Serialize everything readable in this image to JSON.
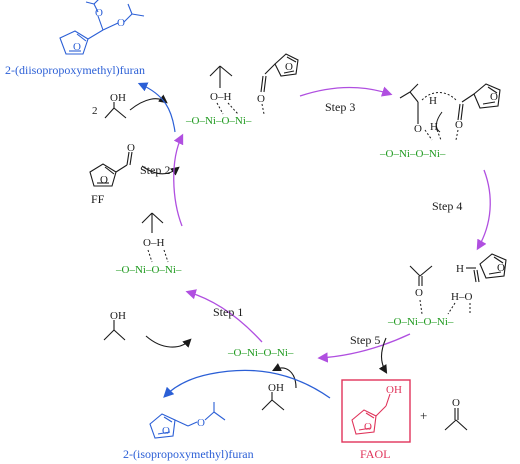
{
  "colors": {
    "green": "#1f9a1f",
    "blue": "#2b5fd6",
    "magenta": "#b04fe0",
    "red": "#e0335a",
    "black": "#1a1a1a"
  },
  "labels": {
    "diisopropoxymethyl_furan": "2-(diisopropoxymethyl)furan",
    "isopropoxymethyl_furan": "2-(isopropoxymethyl)furan",
    "ff": "FF",
    "faol": "FAOL",
    "coefficient_2": "2",
    "plus": "+"
  },
  "steps": {
    "step1": "Step 1",
    "step2": "Step 2",
    "step3": "Step 3",
    "step4": "Step 4",
    "step5": "Step 5"
  },
  "atoms": {
    "O": "O",
    "Ni": "Ni",
    "H": "H",
    "OH": "OH",
    "O_H": "O–H",
    "H_O": "H–O",
    "chain": "–O–Ni–O–Ni–"
  }
}
